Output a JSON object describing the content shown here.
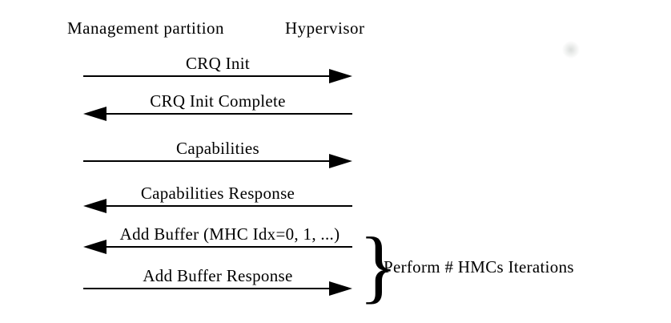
{
  "colors": {
    "ink": "#000000",
    "background": "#ffffff",
    "artifact_dot": "#c5cac7"
  },
  "diagram": {
    "actors": [
      {
        "label": "Management partition"
      },
      {
        "label": "Hypervisor"
      }
    ],
    "messages": [
      {
        "label": "CRQ Init",
        "direction": "right"
      },
      {
        "label": "CRQ Init Complete",
        "direction": "left"
      },
      {
        "label": "Capabilities",
        "direction": "right"
      },
      {
        "label": "Capabilities Response",
        "direction": "left"
      },
      {
        "label": "Add Buffer (MHC Idx=0, 1, ...)",
        "direction": "left"
      },
      {
        "label": "Add Buffer Response",
        "direction": "right"
      }
    ],
    "iteration_group": {
      "brace": "}",
      "label": "Perform # HMCs Iterations"
    }
  }
}
